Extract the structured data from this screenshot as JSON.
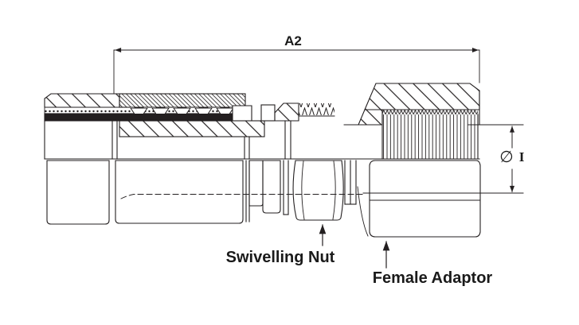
{
  "drawing": {
    "background_color": "#ffffff",
    "line_color": "#231f20",
    "dimension_a2": "A2",
    "diameter_symbol": "∅",
    "diameter_letter": "I",
    "label_swivelling_nut": "Swivelling Nut",
    "label_female_adaptor": "Female Adaptor"
  }
}
